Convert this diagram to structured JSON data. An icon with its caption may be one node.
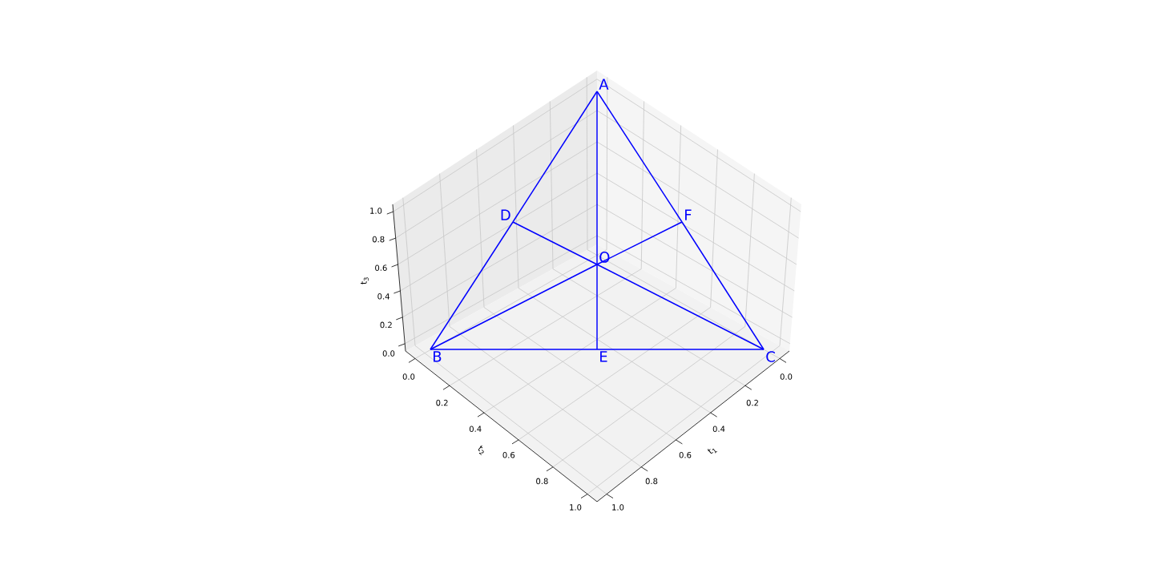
{
  "diagram": {
    "nodes": [
      {
        "text": [
          "A"
        ]
      },
      {
        "text": [
          "D"
        ]
      },
      {
        "text": [
          "F"
        ]
      },
      {
        "text": [
          "O"
        ]
      },
      {
        "text": [
          "B"
        ]
      },
      {
        "text": [
          "E"
        ]
      },
      {
        "text": [
          "C"
        ]
      }
    ],
    "edges": [
      {
        "from": 0,
        "to": 1,
        "arrow": "none"
      },
      {
        "from": 1,
        "to": 4,
        "arrow": "none"
      },
      {
        "from": 0,
        "to": 2,
        "arrow": "none"
      },
      {
        "from": 2,
        "to": 6,
        "arrow": "none"
      },
      {
        "from": 0,
        "to": 3,
        "arrow": "none"
      },
      {
        "from": 3,
        "to": 5,
        "arrow": "none"
      },
      {
        "from": 1,
        "to": 3,
        "arrow": "none"
      },
      {
        "from": 3,
        "to": 6,
        "arrow": "none"
      },
      {
        "from": 4,
        "to": 3,
        "arrow": "none"
      },
      {
        "from": 3,
        "to": 2,
        "arrow": "none"
      },
      {
        "from": 4,
        "to": 5,
        "arrow": "none"
      },
      {
        "from": 5,
        "to": 6,
        "arrow": "none"
      }
    ],
    "labels": [
      "1.0",
      "0.8",
      "0.6",
      "0.4",
      "0.2",
      "0.0",
      "t$_{3}$",
      "0.0",
      "0.2",
      "0.4",
      "0.6",
      "0.8",
      "1.0",
      "t$_{2}$",
      "0.0",
      "0.2",
      "0.4",
      "0.6",
      "0.8",
      "1.0",
      "t$_{1}$"
    ]
  }
}
